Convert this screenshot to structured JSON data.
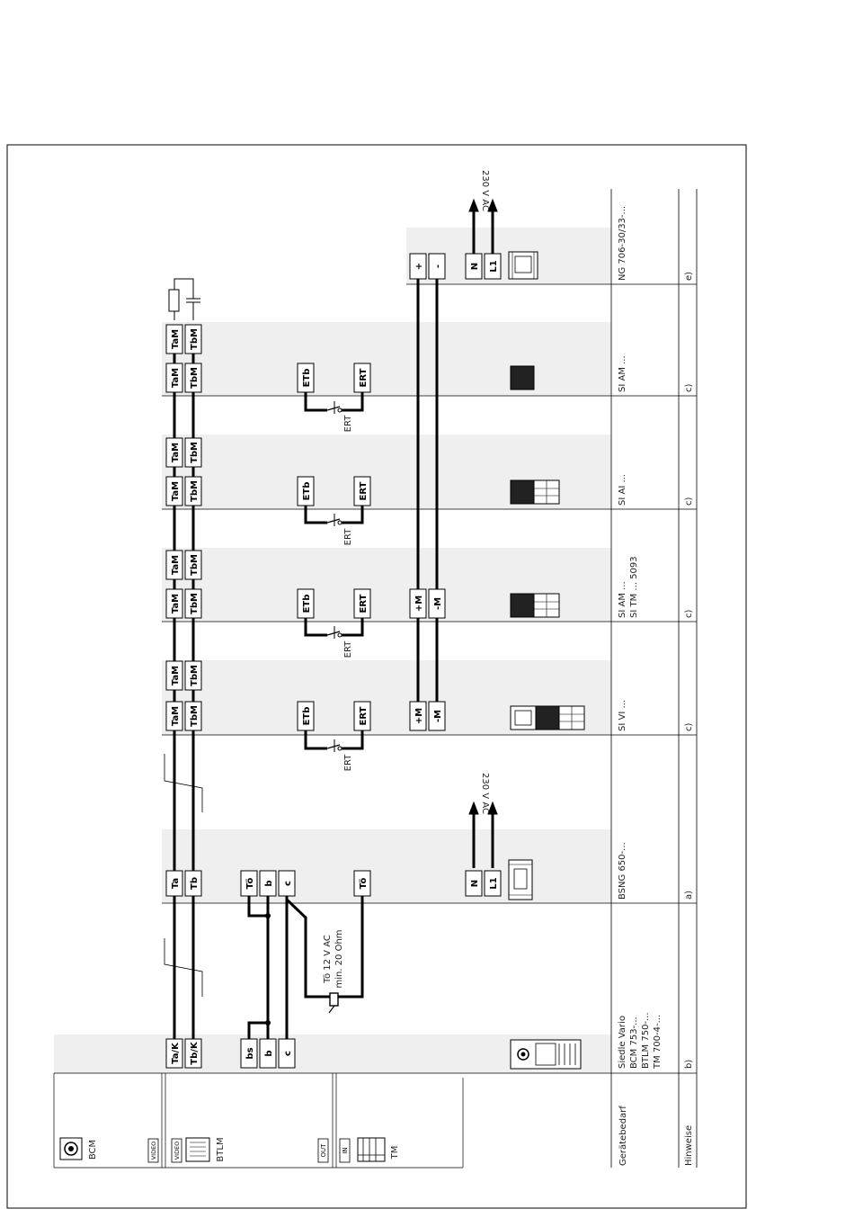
{
  "terminals": {
    "ta_k": "Ta/K",
    "tb_k": "Tb/K",
    "bs": "bs",
    "b": "b",
    "c": "c",
    "ta": "Ta",
    "tb": "Tb",
    "to": "Tö",
    "tam": "TaM",
    "tbm": "TbM",
    "etb": "ETb",
    "ert": "ERT",
    "plus_m": "+M",
    "minus_m": "-M",
    "plus": "+",
    "minus": "-",
    "n": "N",
    "l1": "L1"
  },
  "labels": {
    "ert_button": "ERT",
    "to_load_line1": "Tö 12 V AC",
    "to_load_line2": "min. 20 Ohm",
    "mains": "230 V AC"
  },
  "legend": {
    "bcm": "BCM",
    "btlm": "BTLM",
    "tm": "TM",
    "video_1": "VIDEO",
    "video_2": "VIDEO",
    "out": "OUT",
    "in": "IN"
  },
  "table": {
    "geraetebedarf_label": "Gerätebedarf",
    "hinweise_label": "Hinweise",
    "columns": [
      {
        "lines": [
          "Siedle Vario",
          "BCM 753-...",
          "BTLM 750-...",
          "TM 700-4-..."
        ],
        "note": "b)"
      },
      {
        "lines": [
          "BSNG 650-..."
        ],
        "note": "a)"
      },
      {
        "lines": [
          "SI VI ..."
        ],
        "note": "c)"
      },
      {
        "lines": [
          "SI AM ...",
          "SI TM ... 5093"
        ],
        "note": "c)"
      },
      {
        "lines": [
          "SI AI ..."
        ],
        "note": "c)"
      },
      {
        "lines": [
          "SI AM ..."
        ],
        "note": "c)"
      },
      {
        "lines": [
          "NG 706-30/33-..."
        ],
        "note": "e)"
      }
    ]
  }
}
